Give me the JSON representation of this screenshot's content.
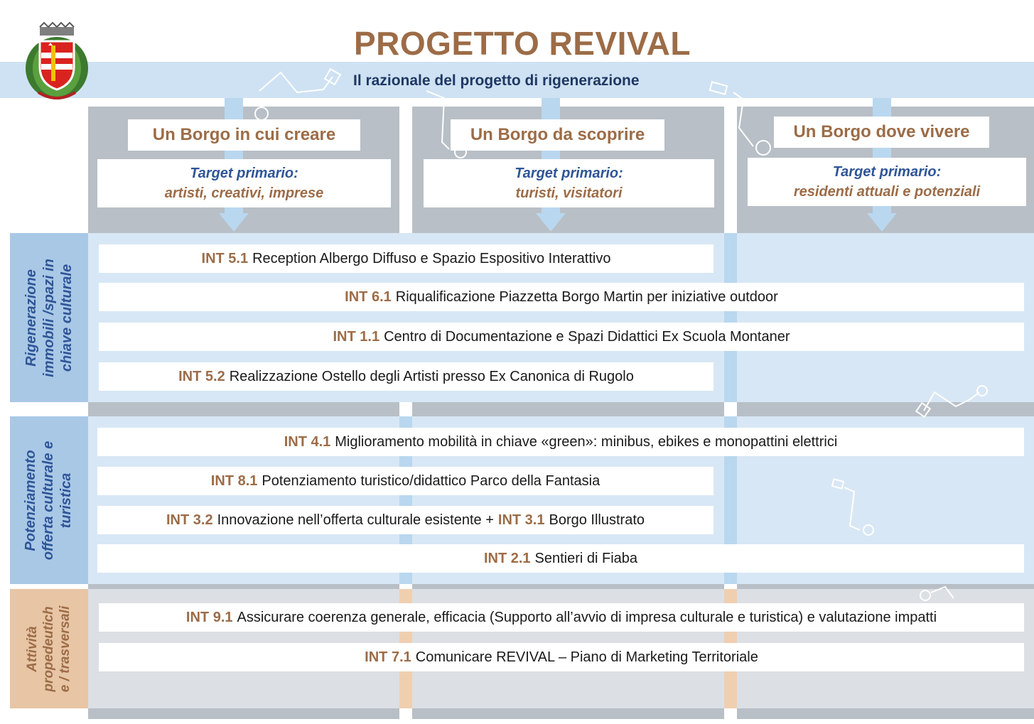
{
  "header": {
    "title": "PROGETTO REVIVAL",
    "subtitle": "Il razionale del progetto di rigenerazione",
    "emblem_icon": "municipal-coat-of-arms-icon"
  },
  "columns": [
    {
      "title": "Un Borgo in cui creare",
      "target_label": "Target primario:",
      "target_value": "artisti,  creativi,  imprese"
    },
    {
      "title": "Un Borgo da scoprire",
      "target_label": "Target primario:",
      "target_value": "turisti,  visitatori"
    },
    {
      "title": "Un Borgo dove vivere",
      "target_label": "Target primario:",
      "target_value": "residenti attuali  e potenziali"
    }
  ],
  "sections": [
    {
      "label_lines": [
        "Rigenerazione",
        "immobili /spazi in",
        "chiave  culturale"
      ],
      "items": [
        {
          "code": "INT 5.1",
          "text": "Reception Albergo Diffuso e Spazio Espositivo Interattivo"
        },
        {
          "code": "INT 6.1",
          "text": "Riqualificazione Piazzetta Borgo Martin per iniziative outdoor"
        },
        {
          "code": "INT 1.1",
          "text": "Centro di Documentazione e Spazi Didattici Ex Scuola Montaner"
        },
        {
          "code": "INT 5.2",
          "text": "Realizzazione Ostello degli Artisti presso Ex Canonica di Rugolo"
        }
      ]
    },
    {
      "label_lines": [
        "Potenziamento",
        "offerta culturale e",
        "turistica"
      ],
      "items": [
        {
          "code": "INT 4.1",
          "text": "Miglioramento mobilità in chiave «green»: minibus, ebikes e monopattini elettrici"
        },
        {
          "code": "INT 8.1",
          "text": "Potenziamento turistico/didattico Parco della Fantasia"
        },
        {
          "code": "INT 3.2",
          "text": "Innovazione  nell’offerta culturale esistente +",
          "code_b": "INT 3.1",
          "text_b": "Borgo Illustrato"
        },
        {
          "code": "INT 2.1",
          "text": "Sentieri di Fiaba"
        }
      ]
    },
    {
      "label_lines": [
        "Attività",
        "propedeutich",
        "e / trasversali"
      ],
      "items": [
        {
          "code": "INT 9.1",
          "text": "Assicurare coerenza generale, efficacia (Supporto all’avvio di impresa culturale e turistica) e valutazione impatti"
        },
        {
          "code": "INT 7.1",
          "text": "Comunicare REVIVAL – Piano di Marketing Territoriale"
        }
      ]
    }
  ],
  "colors": {
    "accent_brown": "#9c6c47",
    "accent_blue": "#2f5597",
    "band_blue": "#cfe2f3",
    "column_gray": "#b8bfc6",
    "label_tan": "#e7c5a5"
  }
}
